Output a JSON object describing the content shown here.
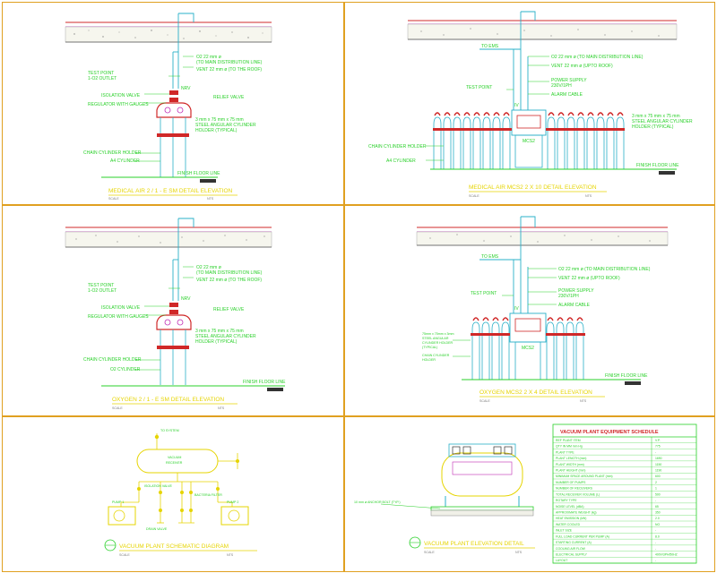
{
  "panels": {
    "p1": {
      "title": "MEDICAL AIR 2 / 1 - E SM DETAIL ELEVATION",
      "scale": "SCALE",
      "nts": "NTS",
      "finish_floor": "FINISH FLOOR LINE",
      "labels": {
        "o2": "O2 22 mm ø",
        "o2_sub": "(TO MAIN DISTRIBUTION LINE)",
        "vent": "VENT 22 mm ø (TO THE ROOF)",
        "test_point": "TEST POINT",
        "test_outlet": "1-O2 OUTLET",
        "nrv": "NRV",
        "isolation": "ISOLATION VALVE",
        "relief": "RELIEF VALVE",
        "regulator": "REGULATOR WITH GAUGES",
        "angular1": "3 mm x 75 mm x 75 mm",
        "angular2": "STEEL ANGULAR CYLINDER",
        "angular3": "HOLDER (TYPICAL)",
        "chain": "CHAIN CYLINDER HOLDER",
        "cylinder": "A4 CYLINDER"
      }
    },
    "p2": {
      "title": "MEDICAL AIR MCS2 2 X 10 DETAIL ELEVATION",
      "scale": "SCALE",
      "nts": "NTS",
      "finish_floor": "FINISH FLOOR LINE",
      "labels": {
        "to_ems": "TO EMS",
        "o2": "O2 22 mm ø (TO MAIN DISTRIBUTION LINE)",
        "vent": "VENT 22 mm ø (UPTO ROOF)",
        "power": "POWER SUPPLY",
        "power2": "230V/1PH",
        "test_point": "TEST POINT",
        "alarm": "ALARM CABLE",
        "iv": "IV",
        "mcs": "MCS2",
        "angular1": "3 mm x 75 mm x 75 mm",
        "angular2": "STEEL ANGULAR CYLINDER",
        "angular3": "HOLDER (TYPICAL)",
        "chain": "CHAIN CYLINDER HOLDER",
        "cylinder": "A4 CYLINDER"
      }
    },
    "p3": {
      "title": "OXYGEN 2 / 1 - E SM DETAIL ELEVATION",
      "scale": "SCALE",
      "nts": "NTS",
      "finish_floor": "FINISH FLOOR LINE",
      "labels": {
        "o2": "O2 22 mm ø",
        "o2_sub": "(TO MAIN DISTRIBUTION LINE)",
        "vent": "VENT 22 mm ø (TO THE ROOF)",
        "test_point": "TEST POINT",
        "test_outlet": "1-O2 OUTLET",
        "nrv": "NRV",
        "isolation": "ISOLATION VALVE",
        "relief": "RELIEF VALVE",
        "regulator": "REGULATOR WITH GAUGES",
        "angular1": "3 mm x 75 mm x 75 mm",
        "angular2": "STEEL ANGULAR CYLINDER",
        "angular3": "HOLDER (TYPICAL)",
        "chain": "CHAIN CYLINDER HOLDER",
        "cylinder": "O2 CYLINDER"
      }
    },
    "p4": {
      "title": "OXYGEN MCS2 2 X 4 DETAIL ELEVATION",
      "scale": "SCALE",
      "nts": "NTS",
      "finish_floor": "FINISH FLOOR LINE",
      "labels": {
        "to_ems": "TO EMS",
        "o2": "O2 22 mm ø (TO MAIN DISTRIBUTION LINE)",
        "vent": "VENT 22 mm ø (UPTO ROOF)",
        "power": "POWER SUPPLY",
        "power2": "230V/1PH",
        "test_point": "TEST POINT",
        "alarm": "ALARM CABLE",
        "iv": "IV",
        "mcs": "MCS2",
        "holder1": "75mm x 75mm x 3mm",
        "holder2": "STEEL ANGULAR",
        "holder3": "CYLINDER HOLDER",
        "holder4": "(TYPICAL)",
        "chain1": "CHAIN CYLINDER",
        "chain2": "HOLDER"
      }
    },
    "p5": {
      "title": "VACUUM PLANT SCHEMATIC DIAGRAM",
      "scale": "SCALE",
      "nts": "NTS",
      "labels": {
        "receiver": "VACUUM",
        "receiver2": "RECEIVER",
        "pump1": "PUMP 1",
        "pump2": "PUMP 2",
        "valve": "ISOLATION VALVE",
        "drain": "DRAIN VALVE",
        "filter": "BACTERIA FILTER",
        "to_system": "TO SYSTEM"
      }
    },
    "p6": {
      "title": "VACUUM PLANT ELEVATION DETAIL",
      "scale": "SCALE",
      "nts": "NTS",
      "labels": {
        "bolt": "10 mm ø ANCHOR BOLT (TYP.)"
      },
      "schedule": {
        "title": "VACUUM PLANT EQUIPMENT SCHEDULE",
        "rows": [
          [
            "REF PLANT ITEM",
            "V.P."
          ],
          [
            "QTY IN MM mm Hg",
            "775"
          ],
          [
            "PLANT TYPE",
            "-"
          ],
          [
            "PLANT LENGTH (mm)",
            "1690"
          ],
          [
            "PLANT WIDTH (mm)",
            "1150"
          ],
          [
            "PLANT HEIGHT (mm)",
            "1190"
          ],
          [
            "MINIMUM SPACE AROUND PLANT (mm)",
            "600"
          ],
          [
            "NUMBER OF PUMPS",
            "2"
          ],
          [
            "NUMBER OF RECEIVERS",
            "1"
          ],
          [
            "TOTAL RECEIVER VOLUME (L)",
            "500"
          ],
          [
            "ROTARY TYPE",
            "-"
          ],
          [
            "NOISE LEVEL (dBA)",
            "65"
          ],
          [
            "APPROXIMATE WEIGHT (kg)",
            "350"
          ],
          [
            "HEAT EMISSION (kW)",
            "2.0"
          ],
          [
            "WATER COOLED",
            "NO"
          ],
          [
            "INLET SIZE",
            "-"
          ],
          [
            "FULL LOAD CURRENT PER PUMP (A)",
            "8.0"
          ],
          [
            "STARTING CURRENT (A)",
            "-"
          ],
          [
            "COOLING AIR FLOW",
            "-"
          ],
          [
            "ELECTRICAL SUPPLY",
            "400V/3PH/50HZ"
          ],
          [
            "LAYOUT",
            "-"
          ]
        ]
      }
    }
  },
  "colors": {
    "border": "#e0a020",
    "green": "#28d028",
    "cyan": "#2ab0c8",
    "red": "#d02828",
    "yellow": "#e6d400",
    "magenta": "#c02ab4",
    "gray": "#7a7a7a"
  }
}
